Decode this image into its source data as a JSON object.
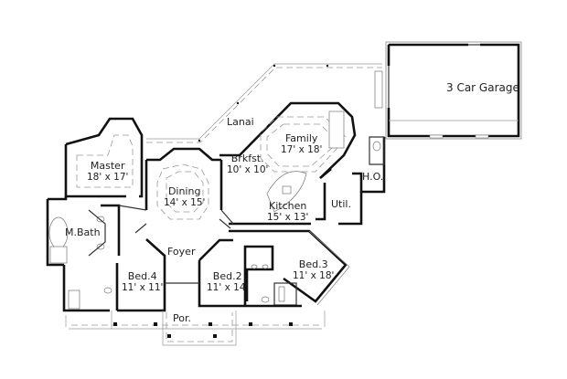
{
  "plan": {
    "rooms": {
      "garage": {
        "name": "3 Car Garage"
      },
      "lanai": {
        "name": "Lanai"
      },
      "family": {
        "name": "Family",
        "dims": "17' x 18'"
      },
      "master": {
        "name": "Master",
        "dims": "18' x 17'"
      },
      "brkfst": {
        "name": "Brkfst.",
        "dims": "10' x 10'"
      },
      "dining": {
        "name": "Dining",
        "dims": "14' x 15'"
      },
      "kitchen": {
        "name": "Kitchen",
        "dims": "15' x 13'"
      },
      "ho": {
        "name": "H.O."
      },
      "util": {
        "name": "Util."
      },
      "mbath": {
        "name": "M.Bath"
      },
      "foyer": {
        "name": "Foyer"
      },
      "bed4": {
        "name": "Bed.4",
        "dims": "11' x 11'"
      },
      "bed2": {
        "name": "Bed.2",
        "dims": "11' x 14'"
      },
      "bed3": {
        "name": "Bed.3",
        "dims": "11' x 18'"
      },
      "porch": {
        "name": "Por."
      }
    },
    "colors": {
      "wall": "#111111",
      "outline": "#888888",
      "background": "#ffffff"
    }
  }
}
